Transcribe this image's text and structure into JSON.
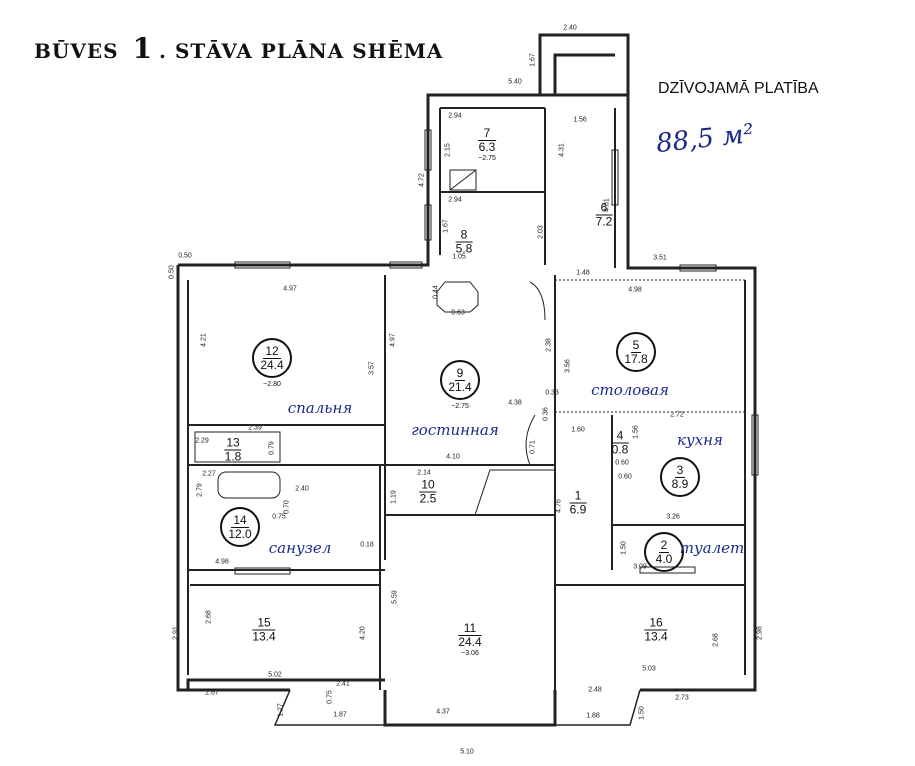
{
  "header": {
    "title_part1": "BŪVES",
    "title_floor": "1",
    "title_part2": ". STĀVA PLĀNA SHĒMA",
    "living_area_label": "DZĪVOJAMĀ PLATĪBA",
    "living_area_value": "88,5 м²"
  },
  "rooms": [
    {
      "number": "1",
      "area": "6.9"
    },
    {
      "number": "2",
      "area": "4.0",
      "name": "туалет"
    },
    {
      "number": "3",
      "area": "8.9",
      "name": "кухня"
    },
    {
      "number": "4",
      "area": "0.8"
    },
    {
      "number": "5",
      "area": "17.8",
      "name": "столовая"
    },
    {
      "number": "6",
      "area": "7.2"
    },
    {
      "number": "7",
      "area": "6.3",
      "height": "~2.75"
    },
    {
      "number": "8",
      "area": "5.8"
    },
    {
      "number": "9",
      "area": "21.4",
      "height": "~2.75",
      "name": "гостинная"
    },
    {
      "number": "10",
      "area": "2.5"
    },
    {
      "number": "11",
      "area": "24.4",
      "height": "~3.06"
    },
    {
      "number": "12",
      "area": "24.4",
      "height": "~2.80",
      "name": "спальня"
    },
    {
      "number": "13",
      "area": "1.8"
    },
    {
      "number": "14",
      "area": "12.0",
      "name": "санузел"
    },
    {
      "number": "15",
      "area": "13.4"
    },
    {
      "number": "16",
      "area": "13.4"
    }
  ],
  "dims": [
    "2.40",
    "1.67",
    "5.40",
    "2.94",
    "1.56",
    "2.15",
    "4.31",
    "4.72",
    "2.94",
    "4.61",
    "1.67",
    "2.03",
    "1.05",
    "3.51",
    "1.48",
    "0.50",
    "0.50",
    "4.97",
    "4.98",
    "0.44",
    "0.63",
    "4.21",
    "4.97",
    "3.57",
    "2.38",
    "3.56",
    "4.38",
    "0.33",
    "0.36",
    "2.72",
    "2.39",
    "2.29",
    "0.79",
    "1.60",
    "1.56",
    "0.71",
    "4.10",
    "0.60",
    "2.14",
    "2.27",
    "2.79",
    "2.40",
    "0.70",
    "1.19",
    "0.60",
    "0.75",
    "4.76",
    "3.26",
    "1.50",
    "4.98",
    "0.18",
    "3.09",
    "2.91",
    "2.68",
    "4.20",
    "5.59",
    "2.68",
    "2.98",
    "5.02",
    "5.03",
    "2.67",
    "2.41",
    "0.75",
    "1.27",
    "1.87",
    "4.37",
    "2.48",
    "2.73",
    "1.88",
    "1.50",
    "5.10"
  ]
}
